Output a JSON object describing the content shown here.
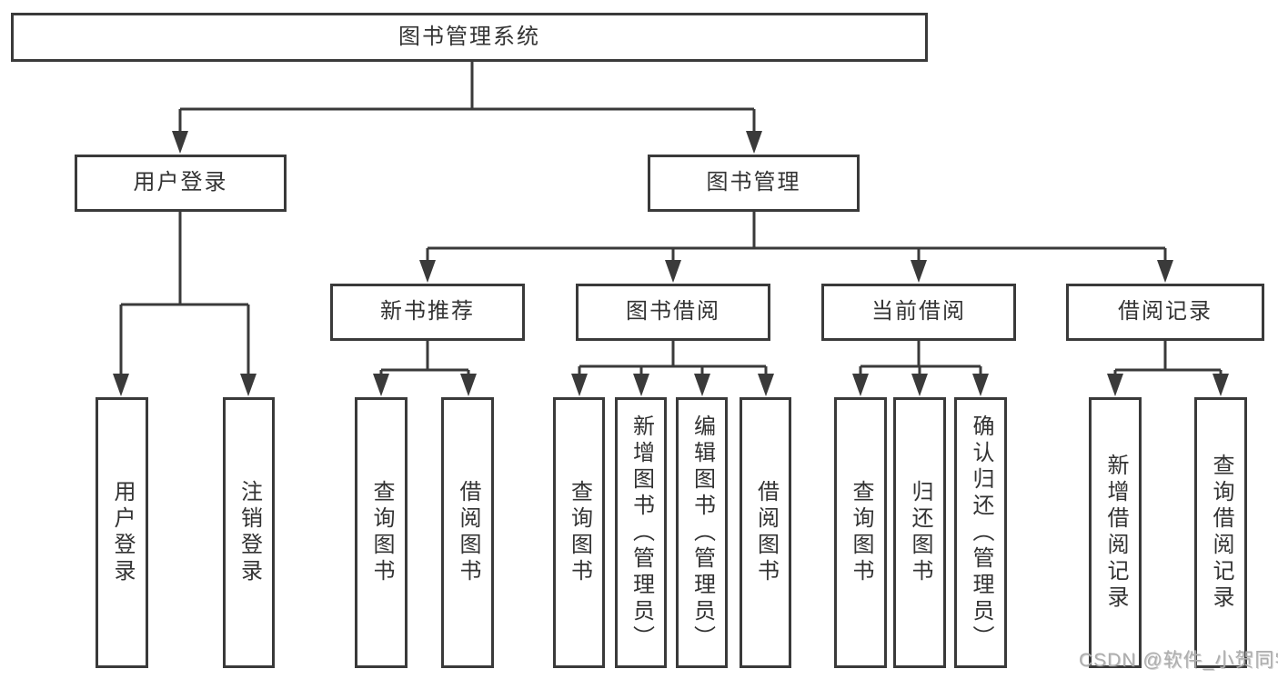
{
  "colors": {
    "line": "#3a3a3a",
    "text": "#333333",
    "background": "#ffffff",
    "watermark": "#adadad"
  },
  "diagram": {
    "root": {
      "label": "图书管理系统"
    },
    "branches": [
      {
        "label": "用户登录",
        "children": [
          {
            "label": "用户登录"
          },
          {
            "label": "注销登录"
          }
        ]
      },
      {
        "label": "图书管理",
        "children": [
          {
            "label": "新书推荐",
            "children": [
              {
                "label": "查询图书"
              },
              {
                "label": "借阅图书"
              }
            ]
          },
          {
            "label": "图书借阅",
            "children": [
              {
                "label": "查询图书"
              },
              {
                "label": "新增图书（管理员）"
              },
              {
                "label": "编辑图书（管理员）"
              },
              {
                "label": "借阅图书"
              }
            ]
          },
          {
            "label": "当前借阅",
            "children": [
              {
                "label": "查询图书"
              },
              {
                "label": "归还图书"
              },
              {
                "label": "确认归还（管理员）"
              }
            ]
          },
          {
            "label": "借阅记录",
            "children": [
              {
                "label": "新增借阅记录"
              },
              {
                "label": "查询借阅记录"
              }
            ]
          }
        ]
      }
    ]
  },
  "watermark": {
    "text": "CSDN @软件_小贺同学"
  }
}
